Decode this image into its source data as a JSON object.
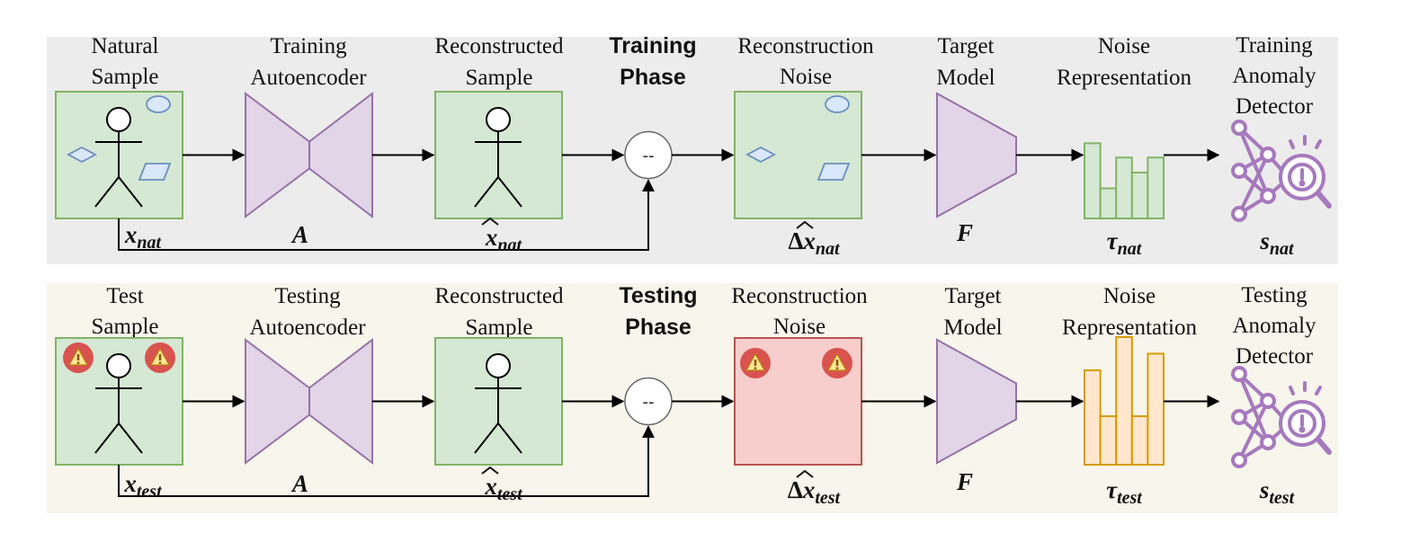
{
  "colors": {
    "train_panel": "#ececec",
    "test_panel": "#f7f5ec",
    "sample_fill": "#d5e8d4",
    "sample_stroke": "#82b366",
    "autoencoder_fill": "#e1d5e7",
    "autoencoder_stroke": "#9673a6",
    "noise_anomaly_fill": "#f8cecc",
    "noise_anomaly_stroke": "#b85450",
    "shape_fill": "#dae8fc",
    "shape_stroke": "#6c8ebf",
    "hist_train_fill": "#d5e8d4",
    "hist_train_stroke": "#82b366",
    "hist_test_fill": "#ffe6cc",
    "hist_test_stroke": "#d79b00",
    "warning_fill": "#d9534f",
    "detector_color": "#a679bd"
  },
  "train": {
    "labels": {
      "sample": [
        "Natural",
        "Sample"
      ],
      "autoencoder": [
        "Training",
        "Autoencoder"
      ],
      "reconstructed": [
        "Reconstructed",
        "Sample"
      ],
      "phase": [
        "Training",
        "Phase"
      ],
      "noise": [
        "Reconstruction",
        "Noise"
      ],
      "model": [
        "Target",
        "Model"
      ],
      "representation": [
        "Noise",
        "Representation"
      ],
      "detector": [
        "Training",
        "Anomaly",
        "Detector"
      ]
    },
    "math": {
      "x_sub": "nat",
      "A": "A",
      "xhat_sub": "nat",
      "dx_sub": "nat",
      "F": "F",
      "tau_sub": "nat",
      "s_sub": "nat"
    },
    "minus_symbol": "--",
    "histogram": [
      0.95,
      0.38,
      0.77,
      0.58,
      0.77
    ]
  },
  "test": {
    "labels": {
      "sample": [
        "Test",
        "Sample"
      ],
      "autoencoder": [
        "Testing",
        "Autoencoder"
      ],
      "reconstructed": [
        "Reconstructed",
        "Sample"
      ],
      "phase": [
        "Testing",
        "Phase"
      ],
      "noise": [
        "Reconstruction",
        "Noise"
      ],
      "model": [
        "Target",
        "Model"
      ],
      "representation": [
        "Noise",
        "Representation"
      ],
      "detector": [
        "Testing",
        "Anomaly",
        "Detector"
      ]
    },
    "math": {
      "x_sub": "test",
      "A": "A",
      "xhat_sub": "test",
      "dx_sub": "test",
      "F": "F",
      "tau_sub": "test",
      "s_sub": "test"
    },
    "minus_symbol": "--",
    "histogram": [
      0.74,
      0.38,
      1.0,
      0.38,
      0.87
    ]
  }
}
